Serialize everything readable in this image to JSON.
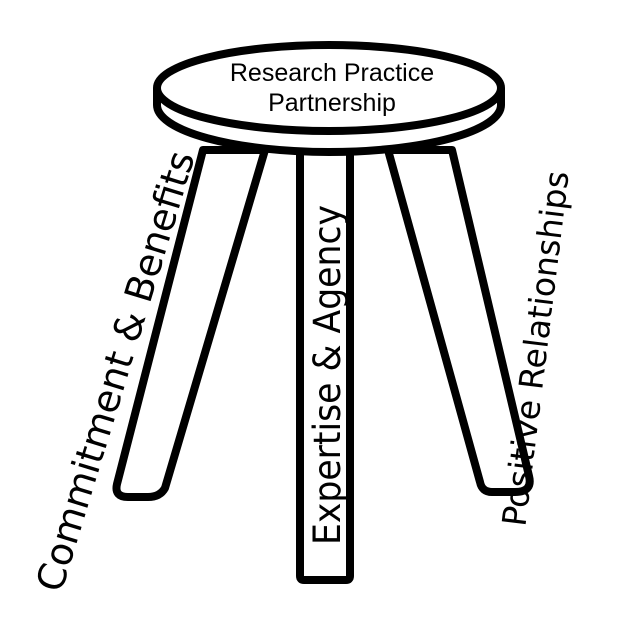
{
  "diagram": {
    "seat": {
      "line1": "Research Practice",
      "line2": "Partnership"
    },
    "legs": {
      "left": "Commitment & Benefits",
      "middle": "Expertise & Agency",
      "right": "Positive Relationships"
    }
  },
  "colors": {
    "stroke": "#000000",
    "fill": "#ffffff"
  }
}
